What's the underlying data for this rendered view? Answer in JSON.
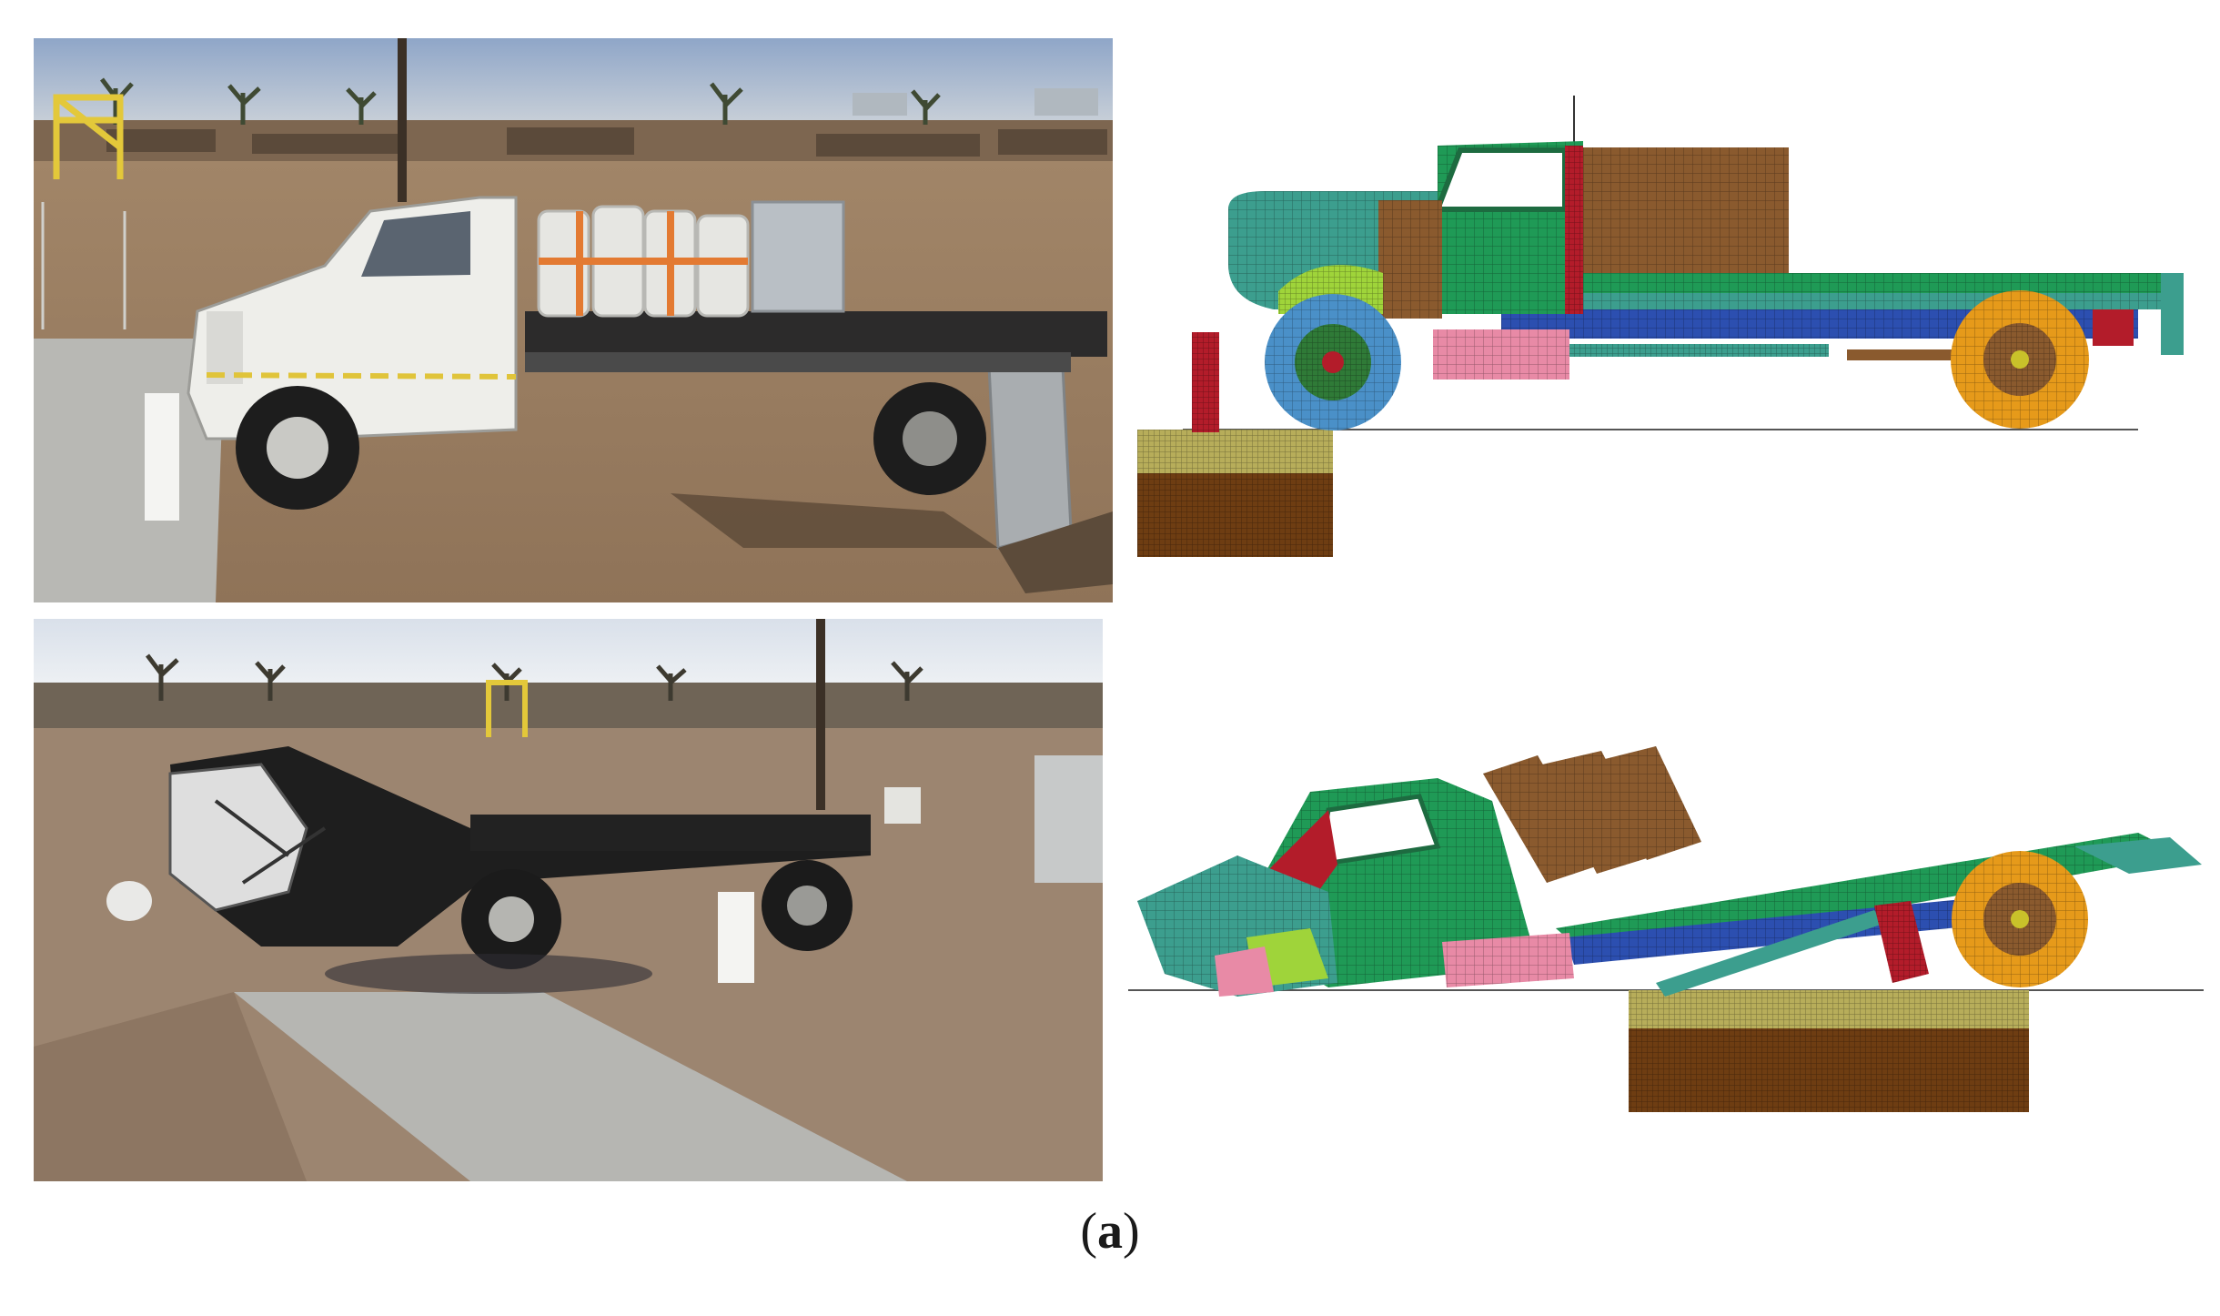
{
  "caption": {
    "open": "(",
    "label": "a",
    "close": ")"
  },
  "panels": {
    "photo_before": "full-scale-crash-test-photo-before-impact",
    "photo_after": "full-scale-crash-test-photo-after-impact",
    "fe_before": "finite-element-truck-model-before-impact",
    "fe_after": "finite-element-truck-model-after-impact"
  },
  "colors": {
    "sky": "#a9b9d2",
    "ground": "#a0876d",
    "concrete": "#b8b8b4",
    "truck_white": "#eeeeea",
    "mesh_green": "#1f9a56",
    "mesh_teal": "#3c9e8e",
    "mesh_blue": "#2c4fb0",
    "mesh_orange": "#e69a1a",
    "mesh_brown": "#8a5a2e",
    "mesh_red": "#b31c2a",
    "mesh_pink": "#e88aa6",
    "mesh_yellowgreen": "#9fd43a",
    "soil_top": "#b7ad5a",
    "soil_bottom": "#6e3d12"
  }
}
